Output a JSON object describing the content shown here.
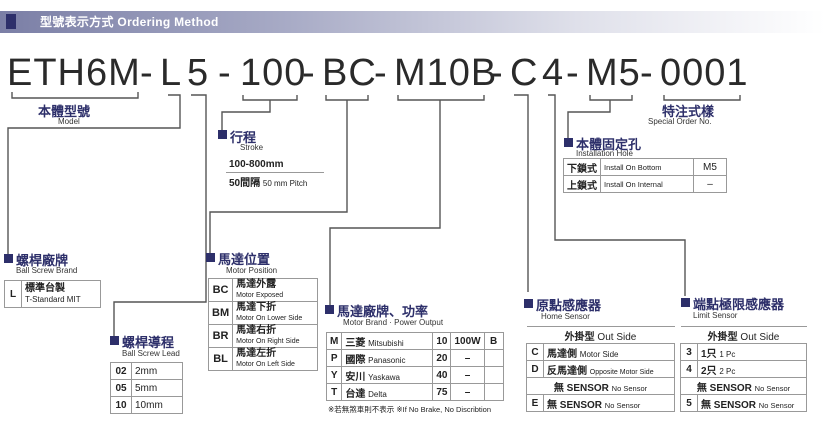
{
  "header": {
    "title": "型號表示方式  Ordering Method"
  },
  "code_parts": [
    "ETH6M",
    "-",
    "L",
    "5",
    "-",
    "100",
    "-",
    "BC",
    "-",
    "M10B",
    "-",
    "C",
    "4",
    "-",
    "M5",
    "-",
    "0001"
  ],
  "model": {
    "title": "本體型號",
    "sub": "Model"
  },
  "special": {
    "title": "特注式樣",
    "sub": "Special Order No."
  },
  "stroke": {
    "title": "行程",
    "sub": "Stroke",
    "rows": [
      {
        "a": "100-800mm",
        "b": ""
      },
      {
        "a": "50間隔",
        "b": "50 mm Pitch"
      }
    ]
  },
  "install": {
    "title": "本體固定孔",
    "sub": "Installation Hole",
    "rows": [
      {
        "a": "下鎖式",
        "b": "Install On Bottom",
        "c": "M5"
      },
      {
        "a": "上鎖式",
        "b": "Install On Internal",
        "c": "–"
      }
    ]
  },
  "ballscrew": {
    "title": "螺桿廠牌",
    "sub": "Ball Screw Brand",
    "rows": [
      {
        "k": "L",
        "a": "標準台製",
        "b": "T-Standard MIT"
      }
    ]
  },
  "motorpos": {
    "title": "馬達位置",
    "sub": "Motor Position",
    "rows": [
      {
        "k": "BC",
        "a": "馬達外露",
        "b": "Motor Exposed"
      },
      {
        "k": "BM",
        "a": "馬達下折",
        "b": "Motor On Lower Side"
      },
      {
        "k": "BR",
        "a": "馬達右折",
        "b": "Motor On Right Side"
      },
      {
        "k": "BL",
        "a": "馬達左折",
        "b": "Motor On Left Side"
      }
    ]
  },
  "lead": {
    "title": "螺桿導程",
    "sub": "Ball Screw Lead",
    "rows": [
      {
        "k": "02",
        "a": "2mm"
      },
      {
        "k": "05",
        "a": "5mm"
      },
      {
        "k": "10",
        "a": "10mm"
      }
    ]
  },
  "motorbrand": {
    "title": "馬達廠牌、功率",
    "sub": "Motor Brand · Power Output",
    "rows": [
      {
        "k": "M",
        "a": "三菱",
        "b": "Mitsubishi",
        "c": "10",
        "d": "100W",
        "e": "B"
      },
      {
        "k": "P",
        "a": "國際",
        "b": "Panasonic",
        "c": "20",
        "d": "–",
        "e": ""
      },
      {
        "k": "Y",
        "a": "安川",
        "b": "Yaskawa",
        "c": "40",
        "d": "–",
        "e": ""
      },
      {
        "k": "T",
        "a": "台達",
        "b": "Delta",
        "c": "75",
        "d": "–",
        "e": ""
      }
    ],
    "note": "※若無煞車則不表示 ※If No Brake, No Discribtion"
  },
  "home": {
    "title": "原點感應器",
    "sub": "Home Sensor",
    "head": {
      "a": "外掛型",
      "b": "Out Side"
    },
    "rows": [
      {
        "k": "C",
        "a": "馬達側",
        "b": "Motor Side"
      },
      {
        "k": "D",
        "a": "反馬達側",
        "b": "Opposite Motor Side"
      },
      {
        "k": "",
        "a": "無 SENSOR",
        "b": "No Sensor"
      },
      {
        "k": "E",
        "a": "無 SENSOR",
        "b": "No Sensor"
      }
    ]
  },
  "limit": {
    "title": "端點極限感應器",
    "sub": "Limit Sensor",
    "head": {
      "a": "外掛型",
      "b": "Out Side"
    },
    "rows": [
      {
        "k": "3",
        "a": "1只",
        "b": "1 Pc"
      },
      {
        "k": "4",
        "a": "2只",
        "b": "2 Pc"
      },
      {
        "k": "",
        "a": "無 SENSOR",
        "b": "No Sensor"
      },
      {
        "k": "5",
        "a": "無 SENSOR",
        "b": "No Sensor"
      }
    ]
  },
  "colors": {
    "accent": "#2d2f6a",
    "line": "#555555"
  }
}
